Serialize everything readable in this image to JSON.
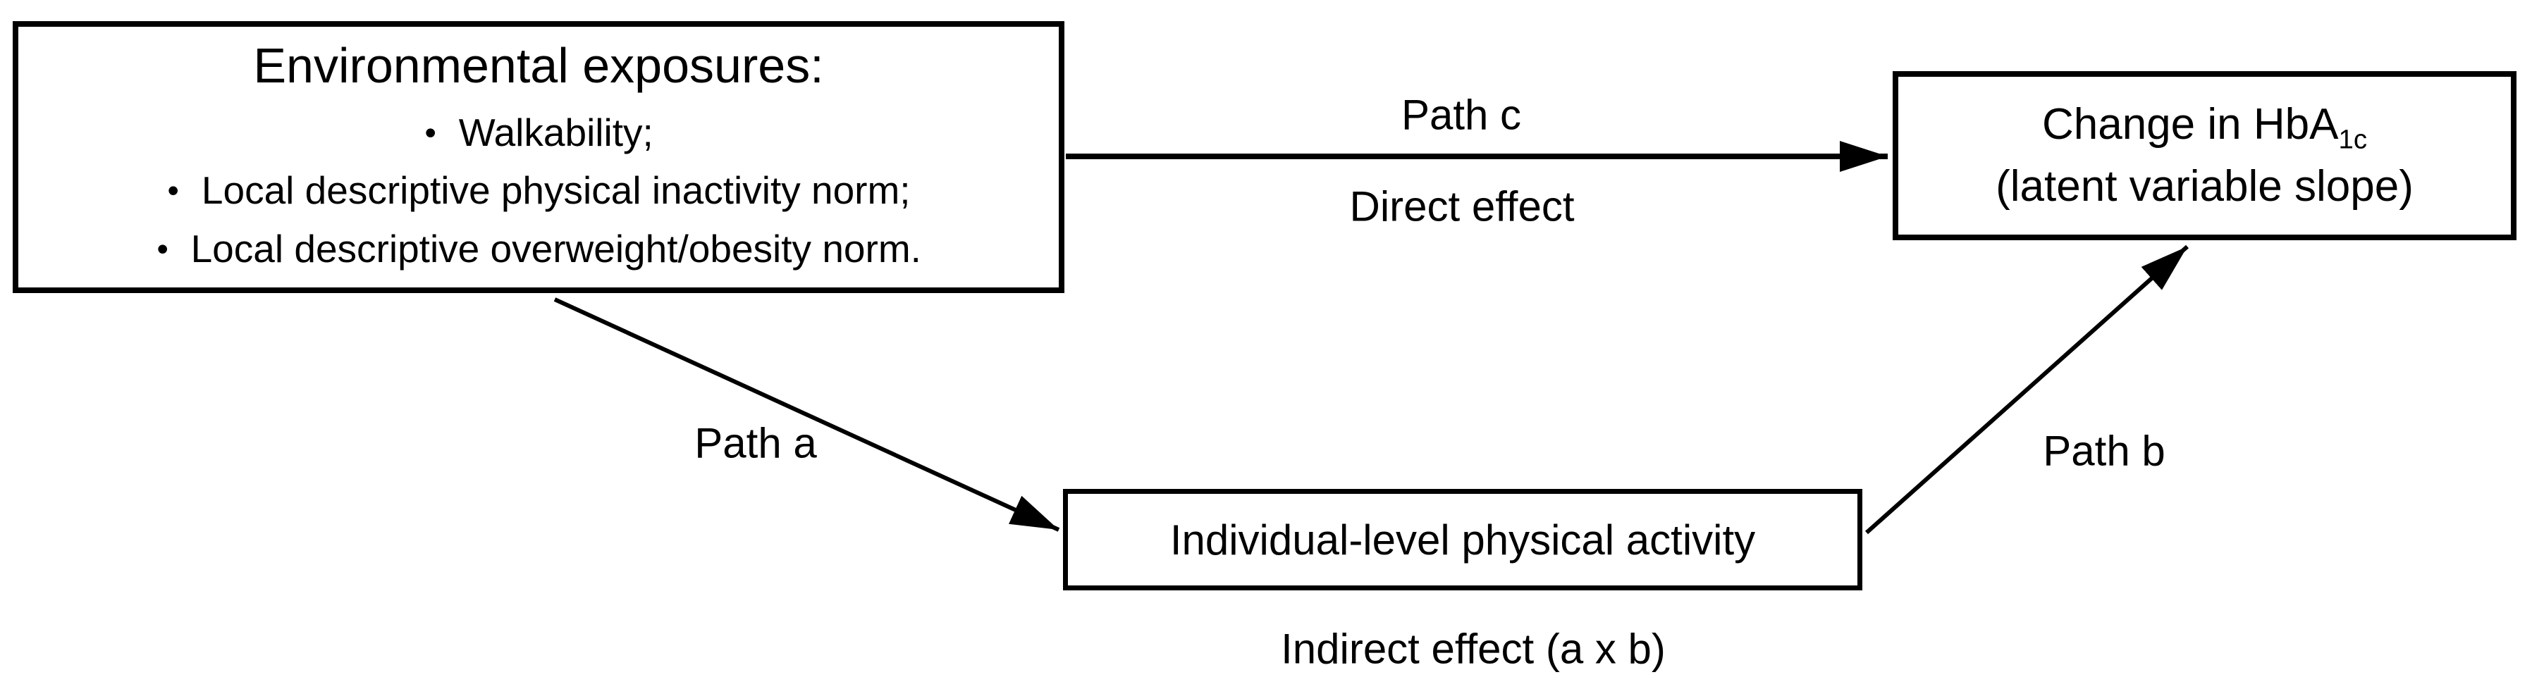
{
  "diagram": {
    "background_color": "#ffffff",
    "line_color": "#000000",
    "boxes": {
      "exposures": {
        "title": "Environmental exposures:",
        "bullet_char": "•",
        "items": [
          "Walkability;",
          "Local descriptive physical inactivity norm;",
          "Local descriptive overweight/obesity norm."
        ]
      },
      "outcome": {
        "line1_main": "Change in HbA",
        "line1_subscript": "1c",
        "line2": "(latent variable slope)"
      },
      "mediator": {
        "label": "Individual-level physical activity"
      }
    },
    "labels": {
      "path_c": "Path c",
      "direct_effect": "Direct effect",
      "path_a": "Path a",
      "path_b": "Path b",
      "indirect_effect": "Indirect effect (a x b)"
    }
  }
}
